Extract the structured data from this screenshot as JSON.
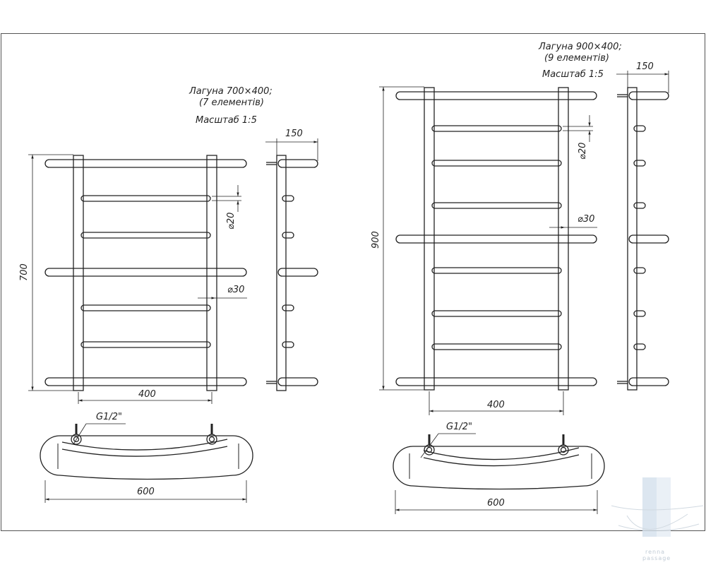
{
  "left": {
    "title_line1": "Лагуна 700×400;",
    "title_line2": "(7 елементів)",
    "scale": "Масштаб 1:5",
    "dim_height": "700",
    "dim_width": "400",
    "dim_depth": "150",
    "dim_bar": "⌀20",
    "dim_rail": "⌀30",
    "dim_thread": "G1/2\"",
    "dim_length": "600"
  },
  "right": {
    "title_line1": "Лагуна 900×400;",
    "title_line2": "(9 елементів)",
    "scale": "Масштаб 1:5",
    "dim_height": "900",
    "dim_width": "400",
    "dim_depth": "150",
    "dim_bar": "⌀20",
    "dim_rail": "⌀30",
    "dim_thread": "G1/2\"",
    "dim_length": "600"
  },
  "watermark": {
    "line1": "renna",
    "line2": "passage"
  }
}
